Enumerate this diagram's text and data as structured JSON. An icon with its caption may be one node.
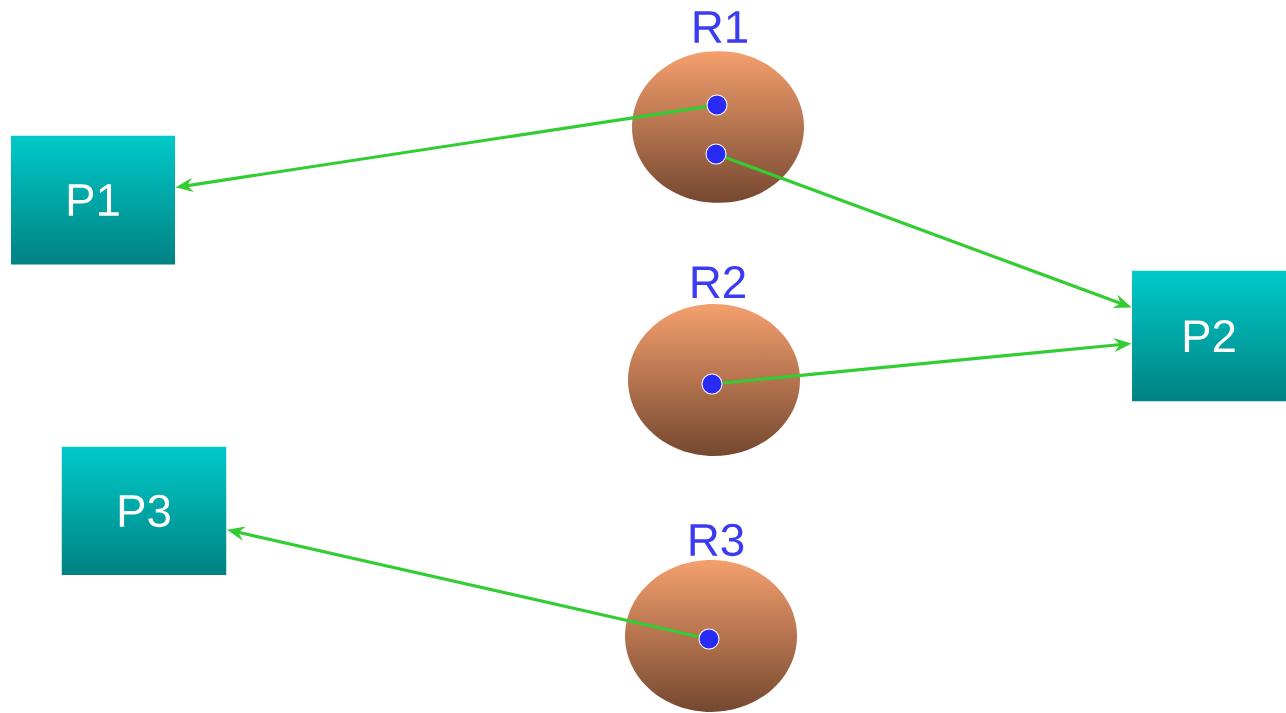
{
  "diagram": {
    "nodes": [
      {
        "text": [
          "R1"
        ]
      },
      {
        "text": [],
        "shape": "circle",
        "in": 0
      },
      {
        "text": [],
        "shape": "circle",
        "in": 0
      },
      {
        "text": [
          "P1"
        ]
      },
      {
        "text": [
          "R2"
        ]
      },
      {
        "text": [],
        "shape": "circle",
        "in": 4
      },
      {
        "text": [
          "P2"
        ]
      },
      {
        "text": [
          "P3"
        ]
      },
      {
        "text": [
          "R3"
        ]
      },
      {
        "text": [],
        "shape": "circle",
        "in": 8
      }
    ],
    "edges": [
      {
        "from": 1,
        "to": 3,
        "arrow": "to"
      },
      {
        "from": 2,
        "to": 6,
        "arrow": "to"
      },
      {
        "from": 5,
        "to": 6,
        "arrow": "to"
      },
      {
        "from": 9,
        "to": 7,
        "arrow": "to"
      }
    ]
  }
}
